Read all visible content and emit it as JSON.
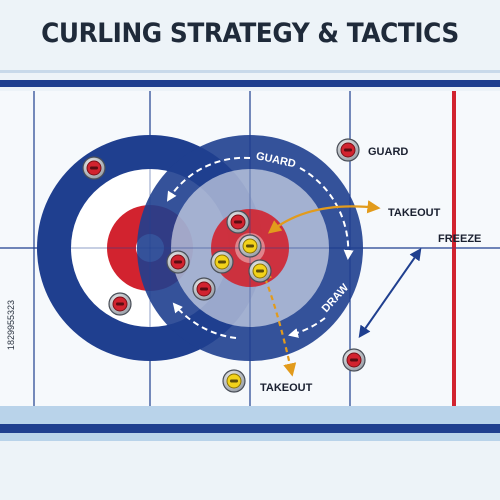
{
  "header": {
    "title": "CURLING STRATEGY & TACTICS"
  },
  "labels": {
    "guard": "GUARD",
    "guard_arc": "GUARD",
    "draw_arc": "DRAW",
    "takeout_right": "TAKEOUT",
    "takeout_bottom": "TAKEOUT",
    "freeze": "FREEZE"
  },
  "watermark": "1829955323",
  "colors": {
    "background": "#edf3f8",
    "navy": "#1f3f8f",
    "red": "#d2232f",
    "yellow": "#f2d21a",
    "orange_arrow": "#e29b1c",
    "blue_arrow": "#1f3f8f"
  },
  "icons": {
    "stones": [
      "red-stone",
      "yellow-stone"
    ],
    "arrows": [
      "guard-arrow",
      "draw-arrow",
      "takeout-arrow",
      "freeze-arrow"
    ]
  }
}
